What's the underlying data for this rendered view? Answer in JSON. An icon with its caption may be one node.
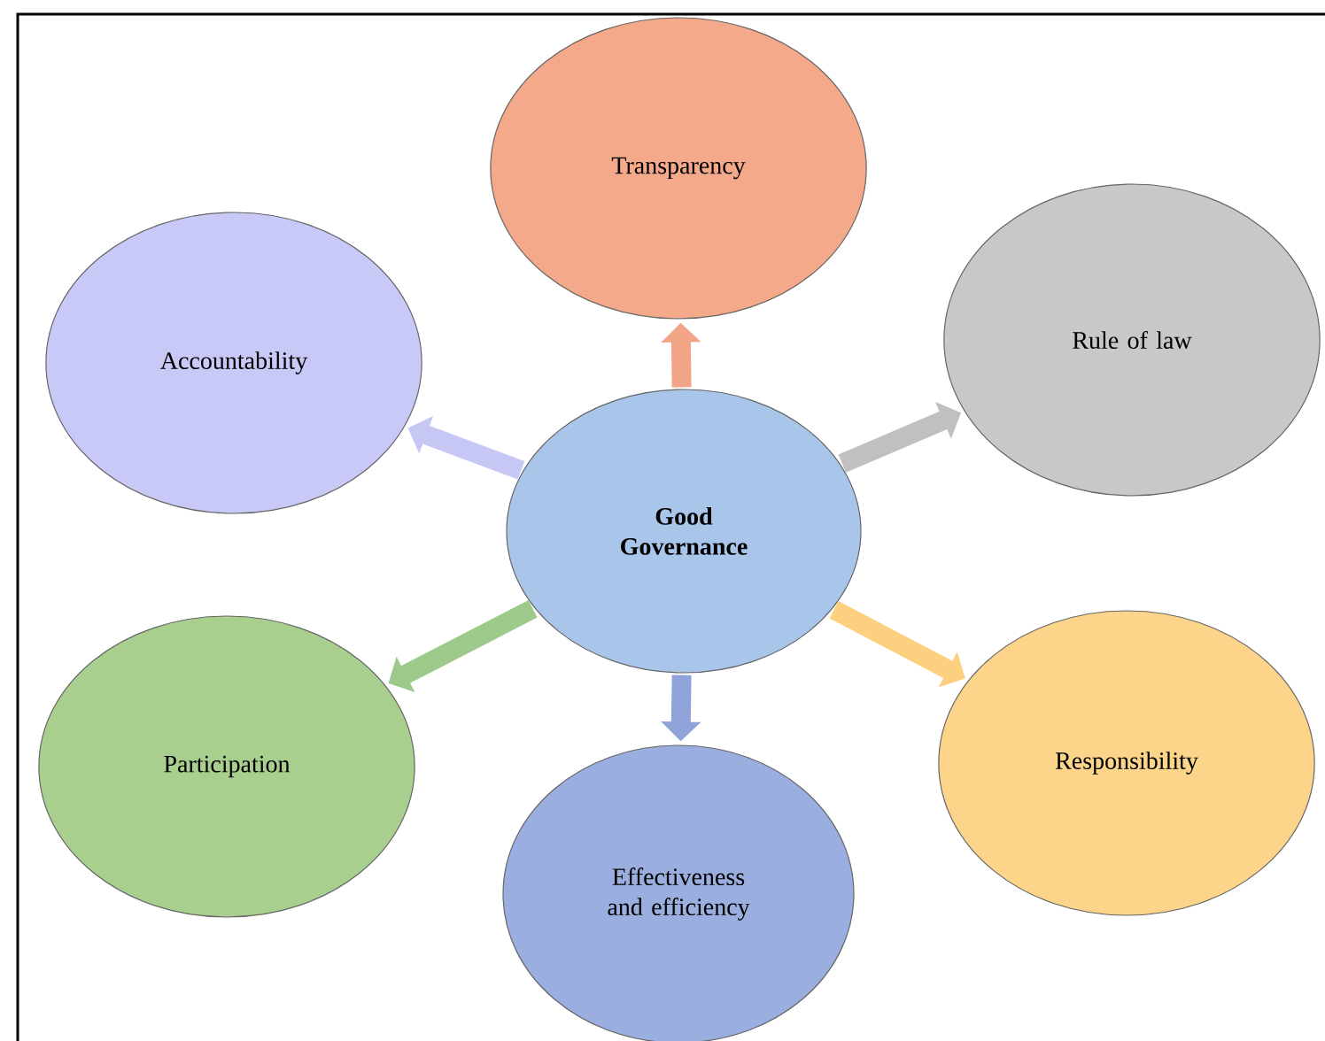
{
  "diagram": {
    "nodes": [
      {
        "text": [
          "Good Governance"
        ]
      },
      {
        "text": [
          "Transparency"
        ]
      },
      {
        "text": [
          "Rule of law"
        ]
      },
      {
        "text": [
          "Responsibility"
        ]
      },
      {
        "text": [
          "Effectiveness and efficiency"
        ]
      },
      {
        "text": [
          "Participation"
        ]
      },
      {
        "text": [
          "Accountability"
        ]
      }
    ],
    "edges": [
      {
        "from": 0,
        "to": 1,
        "arrow": "to",
        "color": "#f2a586"
      },
      {
        "from": 0,
        "to": 2,
        "arrow": "to",
        "color": "#c0c0c0"
      },
      {
        "from": 0,
        "to": 3,
        "arrow": "to",
        "color": "#fcd07e"
      },
      {
        "from": 0,
        "to": 4,
        "arrow": "to",
        "color": "#8fa3d8"
      },
      {
        "from": 0,
        "to": 5,
        "arrow": "to",
        "color": "#9dc98a"
      },
      {
        "from": 0,
        "to": 6,
        "arrow": "to",
        "color": "#c7c7f5"
      }
    ]
  }
}
